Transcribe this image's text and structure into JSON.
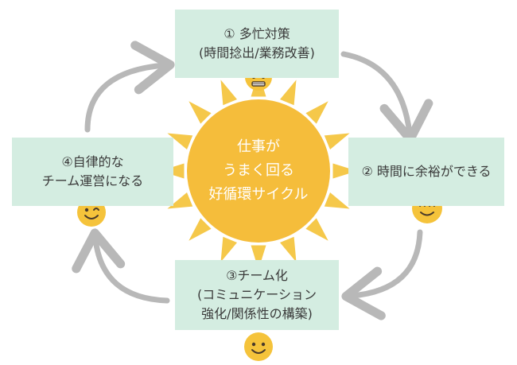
{
  "center": {
    "lines": [
      "仕事が",
      "うまく回る",
      "好循環サイクル"
    ]
  },
  "steps": [
    {
      "lines": [
        "① 多忙対策",
        "(時間捻出/業務改善)"
      ],
      "face": "angry-face-icon"
    },
    {
      "lines": [
        "② 時間に余裕ができる"
      ],
      "face": "smiling-face-icon"
    },
    {
      "lines": [
        "③チーム化",
        "(コミュニケーション",
        "強化/関係性の構築)"
      ],
      "face": "smiling-face-icon"
    },
    {
      "lines": [
        "④自律的な",
        "チーム運営になる"
      ],
      "face": "winking-face-icon"
    }
  ],
  "colors": {
    "box_fill": "#d4ede1",
    "sun": "#f5bd3b",
    "sun_rays": "#f5c84a",
    "arrows": "#b8b8b8",
    "face": "#f5c33b",
    "text": "#3a3a3a"
  }
}
